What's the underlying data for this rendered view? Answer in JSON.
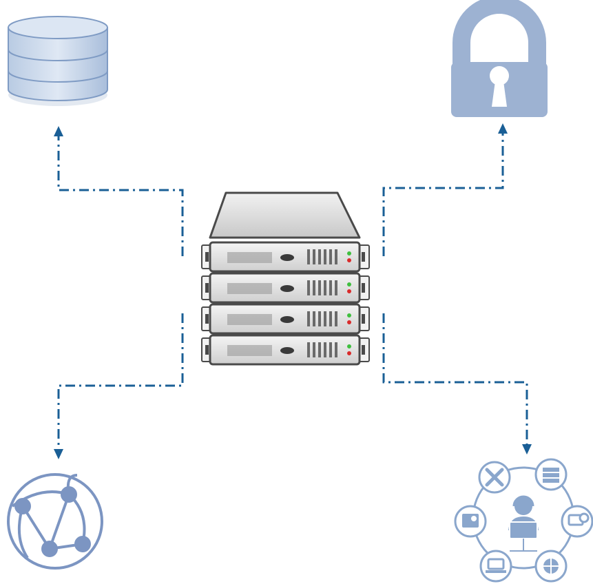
{
  "diagram": {
    "center": {
      "icon": "server-rack-icon",
      "units": 4
    },
    "nodes": [
      {
        "id": "database",
        "icon": "database-icon"
      },
      {
        "id": "security",
        "icon": "lock-icon"
      },
      {
        "id": "network",
        "icon": "globe-network-icon"
      },
      {
        "id": "it-services",
        "icon": "it-support-services-icon"
      }
    ],
    "connectors": [
      {
        "from": "server",
        "to": "database",
        "style": "dash-dot",
        "arrow": "up"
      },
      {
        "from": "server",
        "to": "security",
        "style": "dash-dot",
        "arrow": "up"
      },
      {
        "from": "server",
        "to": "network",
        "style": "dash-dot",
        "arrow": "down"
      },
      {
        "from": "server",
        "to": "it-services",
        "style": "dash-dot",
        "arrow": "down"
      }
    ],
    "colors": {
      "connector": "#1a5f96",
      "icon_blue": "#8aa6cc",
      "icon_blue_dark": "#6f8fbf",
      "server_light": "#e8e8e8",
      "server_dark": "#4a4a4a"
    }
  }
}
